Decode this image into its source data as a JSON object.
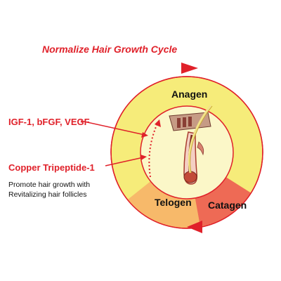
{
  "title": "Normalize Hair Growth Cycle",
  "factors": {
    "growth_factors": "IGF-1, bFGF, VEGF",
    "peptide": "Copper Tripeptide-1"
  },
  "description": {
    "line1": "Promote hair growth with",
    "line2": "Revitalizing hair follicles"
  },
  "phases": {
    "anagen": "Anagen",
    "catagen": "Catagen",
    "telogen": "Telogen"
  },
  "colors": {
    "accent_red": "#e0212a",
    "anagen_ring": "#f6ec7a",
    "inner_fill": "#fbf7c8",
    "telogen": "#f7b96a",
    "catagen": "#ee6a55"
  },
  "icons": [
    "hair-follicle-icon",
    "cycle-arrow-icon"
  ]
}
